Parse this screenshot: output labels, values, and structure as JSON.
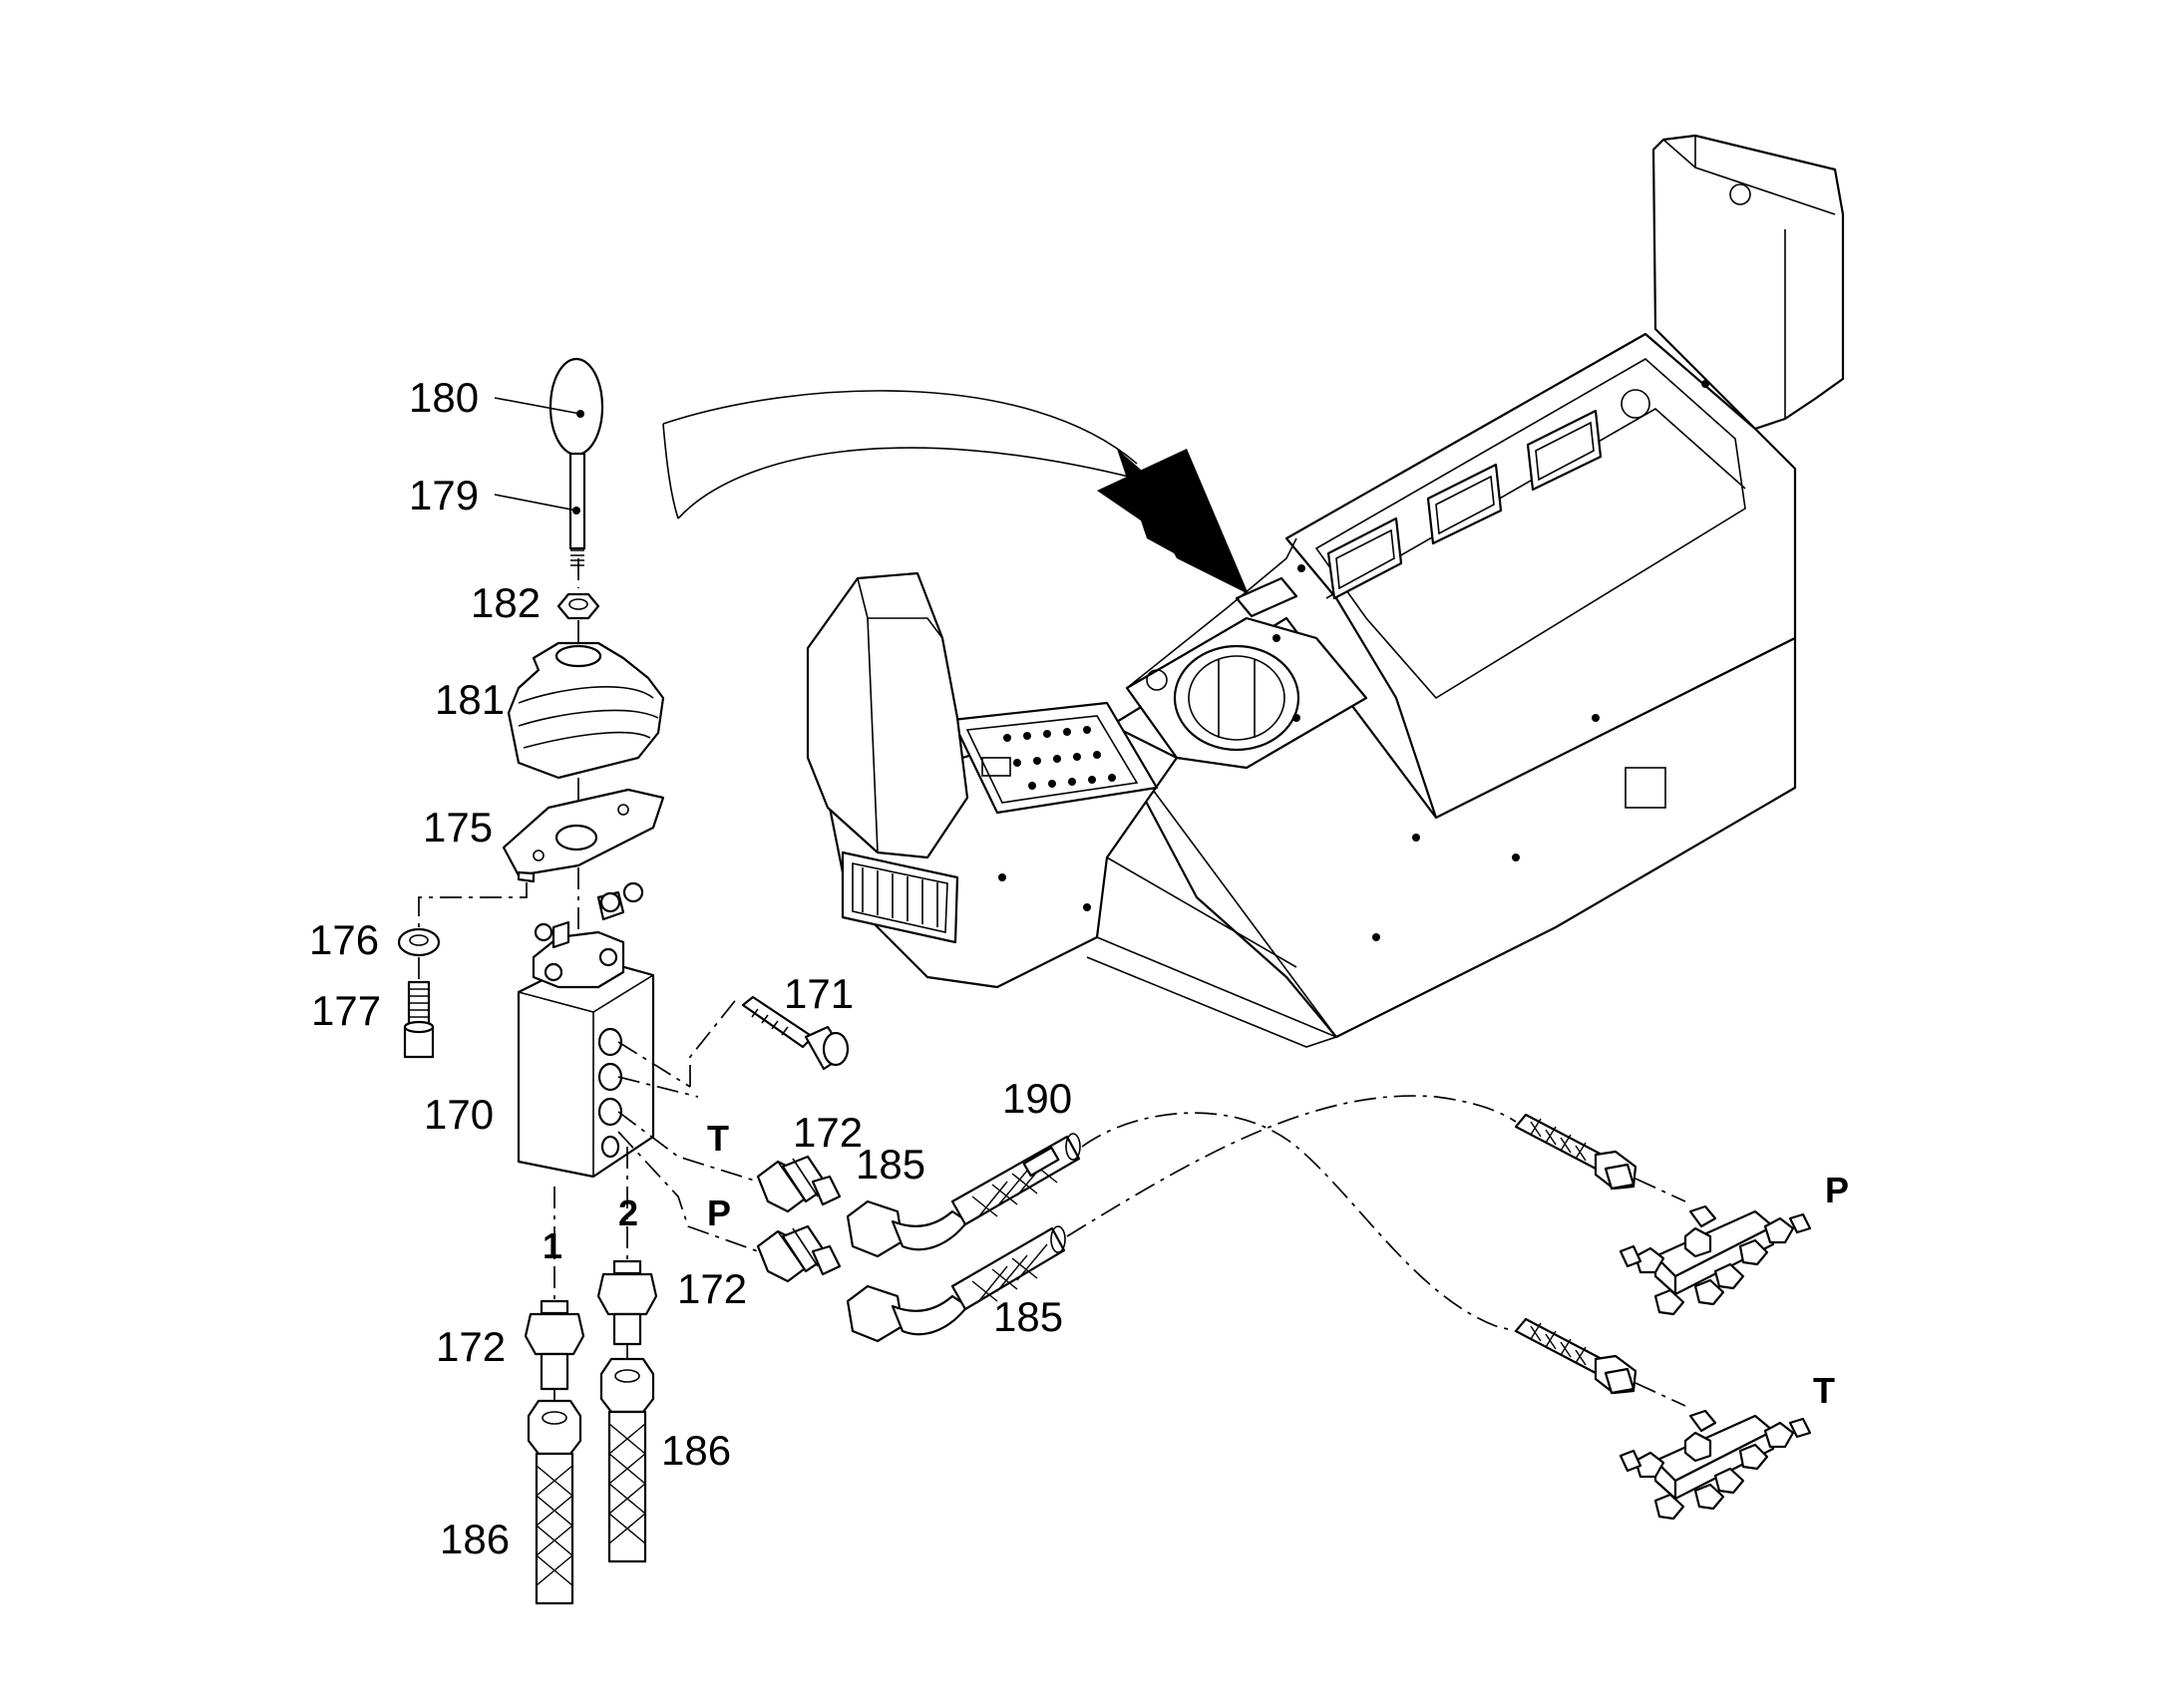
{
  "labels": {
    "p180": "180",
    "p179": "179",
    "p182": "182",
    "p181": "181",
    "p175": "175",
    "p176": "176",
    "p177": "177",
    "p171": "171",
    "p170": "170",
    "p172a": "172",
    "p172b": "172",
    "p172c": "172",
    "p185a": "185",
    "p185b": "185",
    "p190": "190",
    "p186a": "186",
    "p186b": "186"
  },
  "ports": {
    "t_valve": "T",
    "p_valve": "P",
    "one": "1",
    "two": "2",
    "p_manifold": "P",
    "t_manifold": "T"
  }
}
